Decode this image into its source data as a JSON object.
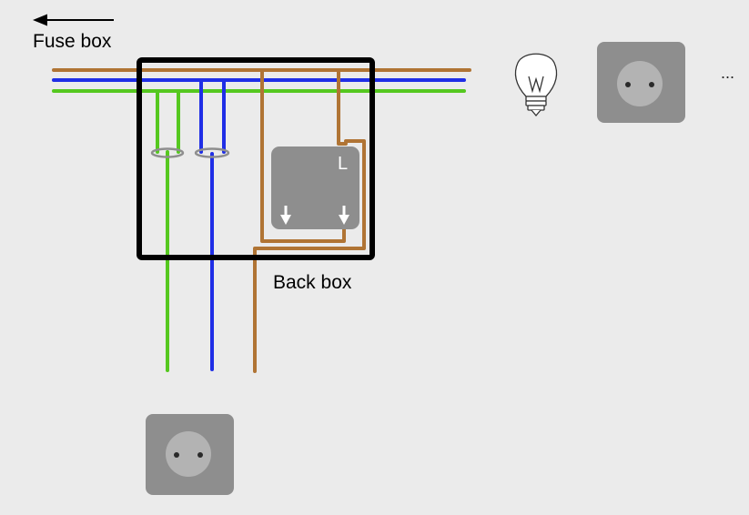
{
  "labels": {
    "fuse_box": "Fuse box",
    "back_box": "Back box",
    "switch_terminal": "L",
    "more": "..."
  },
  "colors": {
    "background": "#ebebeb",
    "live_wire": "#b07434",
    "neutral_wire": "#1f2ee6",
    "earth_wire": "#55c81f",
    "box_outline": "#000000",
    "device_fill": "#8e8e8e",
    "socket_face": "#b3b3b3"
  },
  "icons": {
    "fuse_arrow": "left-arrow-icon",
    "lamp": "light-bulb-icon",
    "switch_arrows": "down-arrow-icon",
    "socket": "power-socket-icon"
  }
}
